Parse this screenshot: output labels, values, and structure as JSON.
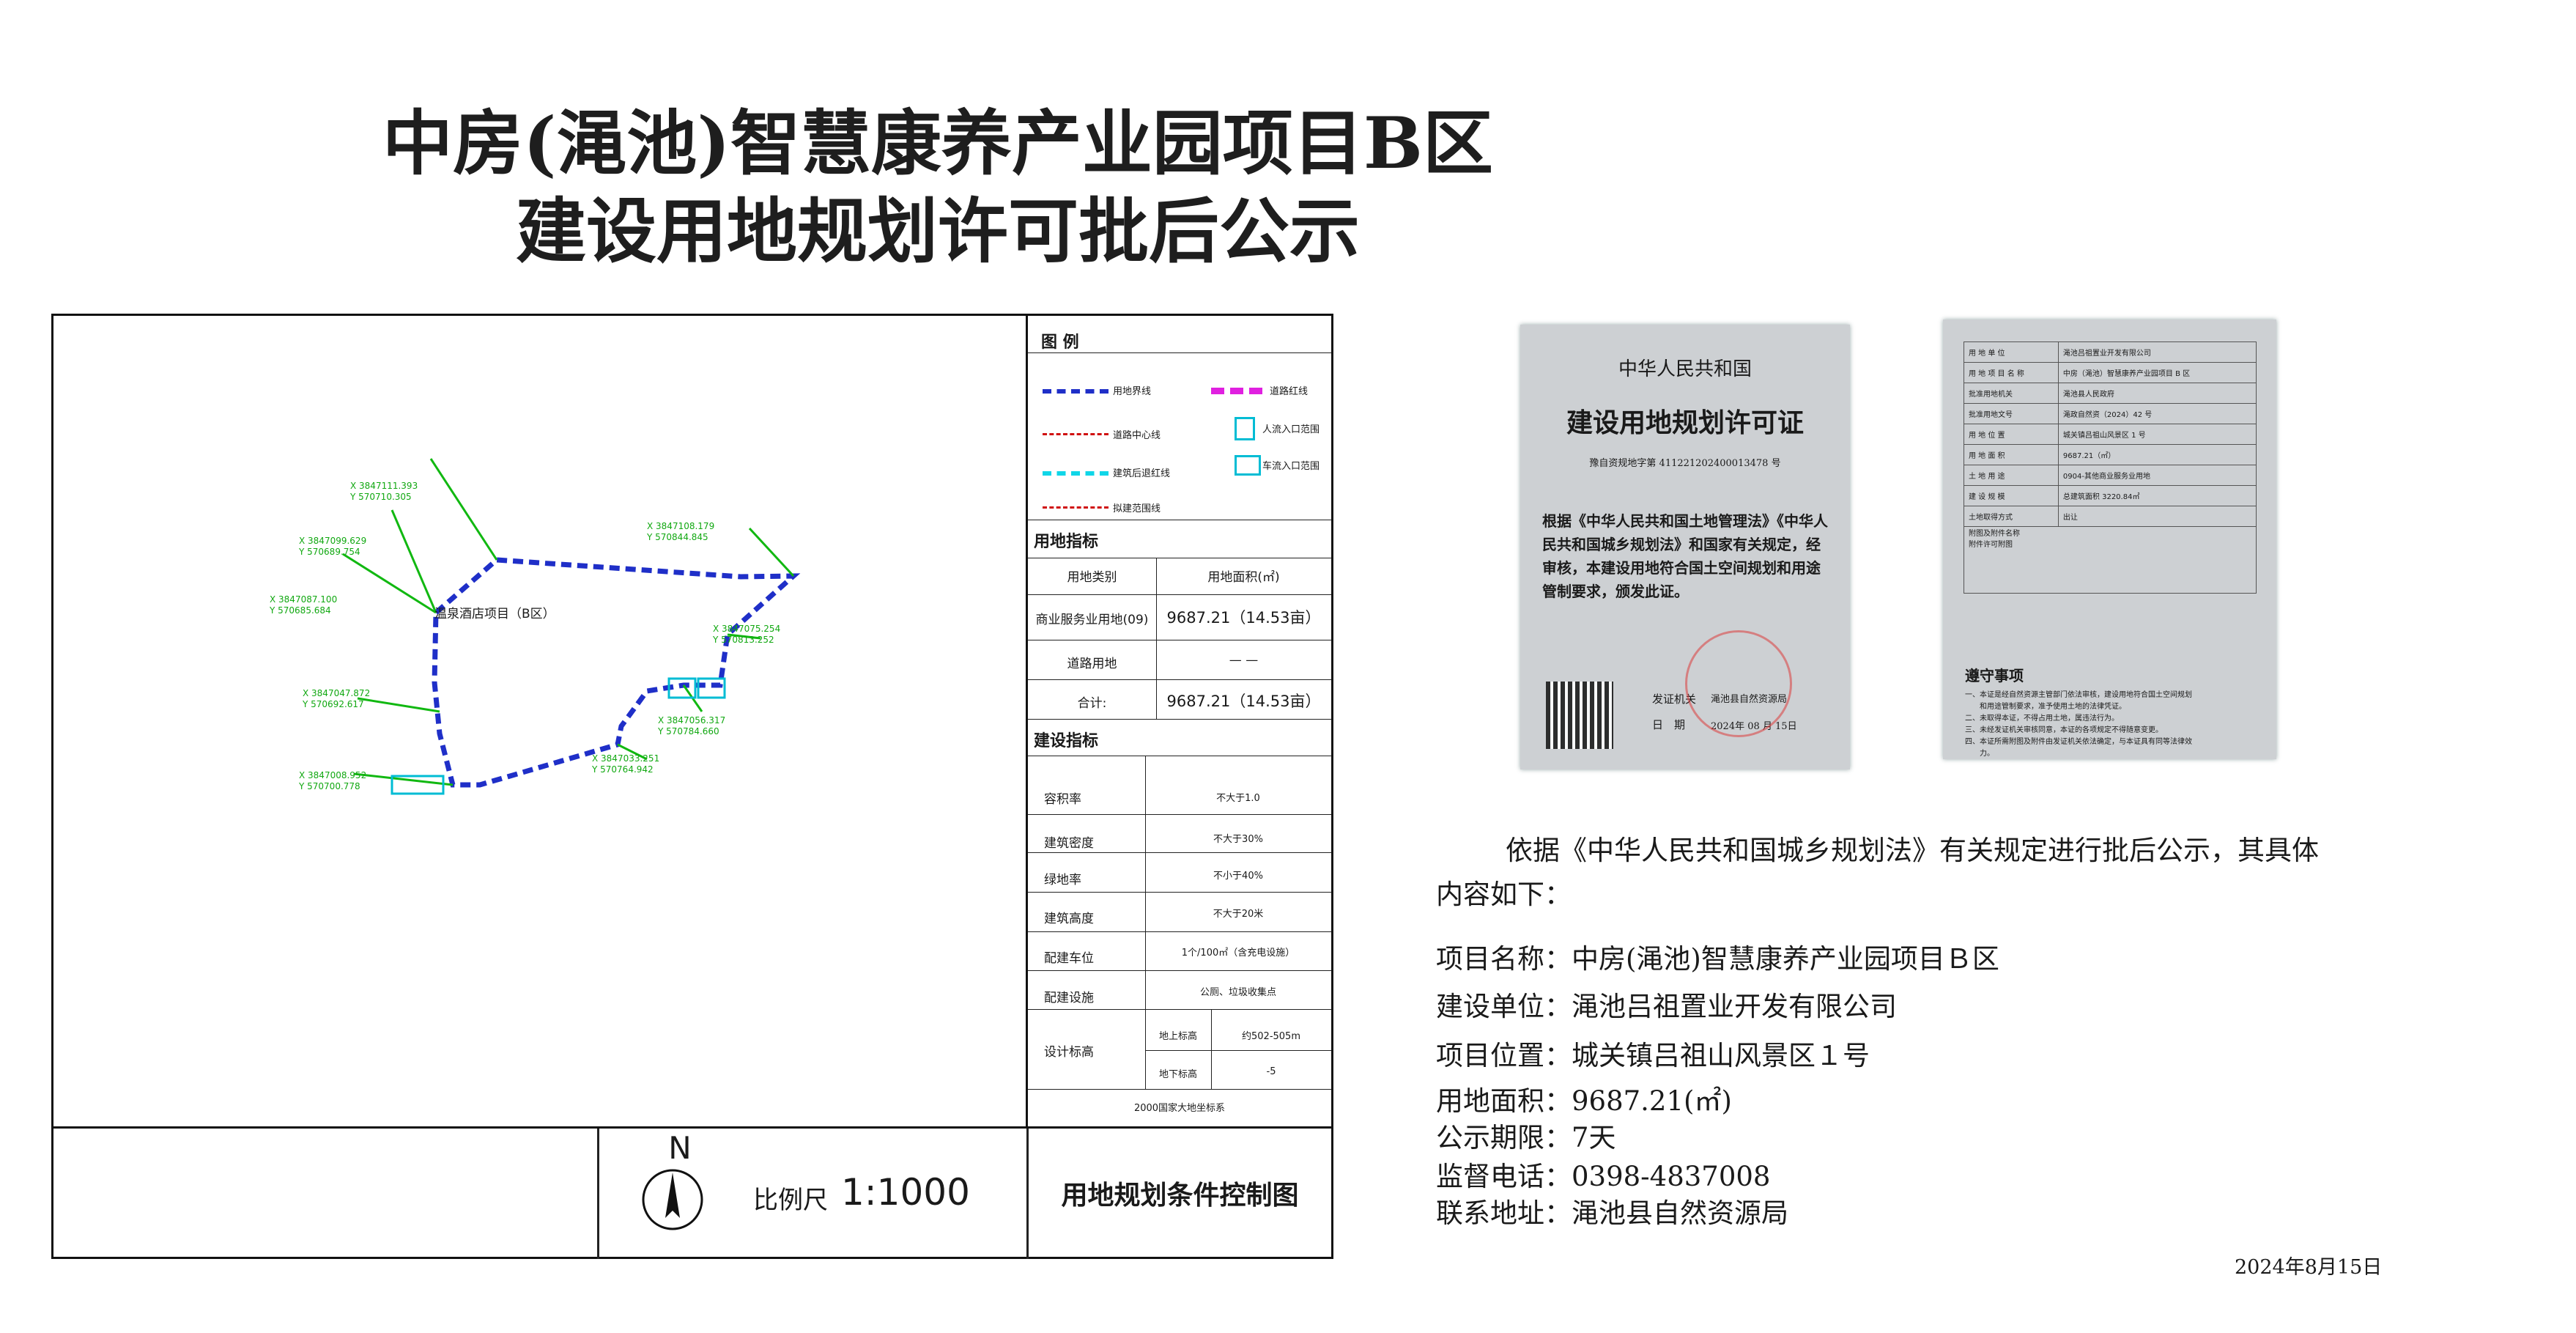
{
  "title": {
    "line1": "中房(渑池)智慧康养产业园项目B区",
    "line2": "建设用地规划许可批后公示"
  },
  "plan": {
    "legend_title": "图 例",
    "legend_items": [
      {
        "label": "用地界线",
        "color": "#1f2fc8"
      },
      {
        "label": "道路红线",
        "color": "#e020e0"
      },
      {
        "label": "道路中心线",
        "color": "#d01010"
      },
      {
        "label": "人流入口范围",
        "color": "#00bcd4"
      },
      {
        "label": "建筑后退红线",
        "color": "#10d6e8"
      },
      {
        "label": "车流入口范围",
        "color": "#00bcd4"
      },
      {
        "label": "拟建范围线",
        "color": "#d01010"
      }
    ],
    "site_label": "温泉酒店项目（B区）",
    "coordinates": [
      {
        "x": "X 3847111.393",
        "y": "Y 570710.305"
      },
      {
        "x": "X 3847108.179",
        "y": "Y 570844.845"
      },
      {
        "x": "X 3847099.629",
        "y": "Y 570689.754"
      },
      {
        "x": "X 3847087.100",
        "y": "Y 570685.684"
      },
      {
        "x": "X 3847075.254",
        "y": "Y 570813.252"
      },
      {
        "x": "X 3847047.872",
        "y": "Y 570692.617"
      },
      {
        "x": "X 3847056.317",
        "y": "Y 570784.660"
      },
      {
        "x": "X 3847033.251",
        "y": "Y 570764.942"
      },
      {
        "x": "X 3847008.952",
        "y": "Y 570700.778"
      }
    ],
    "land_index": {
      "title": "用地指标",
      "col1": "用地类别",
      "col2": "用地面积(㎡)",
      "rows": [
        {
          "type": "商业服务业用地(09)",
          "area": "9687.21（14.53亩）"
        },
        {
          "type": "道路用地",
          "area": "— —"
        },
        {
          "type": "合计:",
          "area": "9687.21（14.53亩）"
        }
      ]
    },
    "build_index": {
      "title": "建设指标",
      "rows": [
        {
          "k": "容积率",
          "v": "不大于1.0"
        },
        {
          "k": "建筑密度",
          "v": "不大于30%"
        },
        {
          "k": "绿地率",
          "v": "不小于40%"
        },
        {
          "k": "建筑高度",
          "v": "不大于20米"
        },
        {
          "k": "配建车位",
          "v": "1个/100㎡（含充电设施）"
        },
        {
          "k": "配建设施",
          "v": "公厕、垃圾收集点"
        }
      ],
      "design_elev_label": "设计标高",
      "design_elev": [
        {
          "k": "地上标高",
          "v": "约502-505m"
        },
        {
          "k": "地下标高",
          "v": "-5"
        }
      ],
      "note": "2000国家大地坐标系"
    },
    "north": "N",
    "scale_label": "比例尺",
    "scale_value": "1:1000",
    "drawing_title": "用地规划条件控制图"
  },
  "cert1": {
    "country": "中华人民共和国",
    "name": "建设用地规划许可证",
    "number": "豫自资规地字第 411221202400013478 号",
    "body": "根据《中华人民共和国土地管理法》《中华人民共和国城乡规划法》和国家有关规定，经审核，本建设用地符合国土空间规划和用途管制要求，颁发此证。",
    "issuer_label": "发证机关",
    "issuer": "渑池县自然资源局",
    "date_label": "日　期",
    "date": "2024年 08 月 15日"
  },
  "cert2": {
    "rows": [
      {
        "k": "用 地 单 位",
        "v": "渑池吕祖置业开发有限公司"
      },
      {
        "k": "用 地 项 目 名 称",
        "v": "中房（渑池）智慧康养产业园项目 B 区"
      },
      {
        "k": "批准用地机关",
        "v": "渑池县人民政府"
      },
      {
        "k": "批准用地文号",
        "v": "渑政自然资（2024）42 号"
      },
      {
        "k": "用 地 位 置",
        "v": "城关镇吕祖山风景区 1 号"
      },
      {
        "k": "用 地 面 积",
        "v": "9687.21（㎡）"
      },
      {
        "k": "土 地 用 途",
        "v": "0904-其他商业服务业用地"
      },
      {
        "k": "建 设 规 模",
        "v": "总建筑面积 3220.84㎡"
      },
      {
        "k": "土地取得方式",
        "v": "出让"
      }
    ],
    "attach": "附图及附件名称\n附件许可附图",
    "notice_title": "遵守事项",
    "notice_lines": [
      "一、本证是经自然资源主管部门依法审核，建设用地符合国土空间规划",
      "　　和用途管制要求，准予使用土地的法律凭证。",
      "二、未取得本证，不得占用土地，属违法行为。",
      "三、未经发证机关审核同意，本证的各项规定不得随意变更。",
      "四、本证所需附图及附件由发证机关依法确定，与本证具有同等法律效",
      "　　力。"
    ]
  },
  "notice": {
    "intro1": "依据《中华人民共和国城乡规划法》有关规定进行批后公示，其具体",
    "intro2": "内容如下：",
    "project_name": "项目名称：中房(渑池)智慧康养产业园项目Ｂ区",
    "builder": "建设单位：渑池吕祖置业开发有限公司",
    "location": "项目位置：城关镇吕祖山风景区１号",
    "area": "用地面积：9687.21(㎡)",
    "period": "公示期限：7天",
    "phone": "监督电话：0398-4837008",
    "address": "联系地址：渑池县自然资源局",
    "date": "2024年8月15日"
  }
}
